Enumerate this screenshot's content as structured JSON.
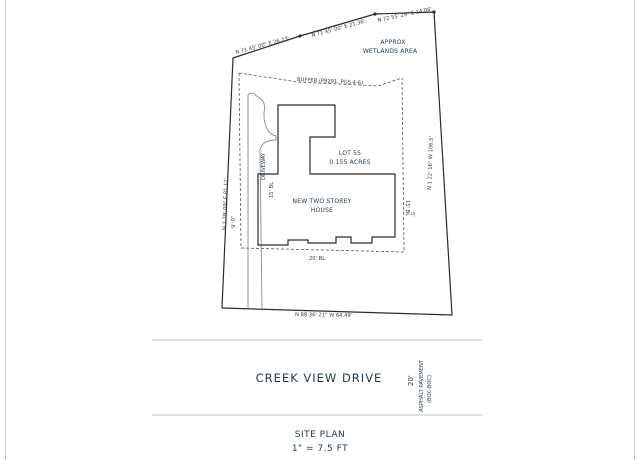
{
  "plan": {
    "labels": {
      "top_left_bearing": "N 71 45' 00\" E 26.23'",
      "top_mid_bearing": "N 71 45' 00\" E 21.36'",
      "top_right_bearing": "N 72 55' 29\" E 14.06'",
      "wetlands_line1": "APPROX",
      "wetlands_line2": "WETLANDS AREA",
      "buffer": "BUFFER (P8291, PGS 4-6)",
      "lot_line1": "LOT 55",
      "lot_line2": "0.155 ACRES",
      "house_line1": "NEW TWO STOREY",
      "house_line2": "HOUSE",
      "west_bearing": "N 1 29' 09\" E 81.12'",
      "east_bearing": "N 1 22' 16\" W 106.5'",
      "south_bearing": "N 88 36' 21\" W 64.49'",
      "driveway": "DRIVEWAY",
      "left_setback": "15' BL",
      "right_setback": "15' BL",
      "rear_setback": "20' BL",
      "driveway_width": "9'-0\"",
      "small_dim": "5'"
    },
    "road": {
      "name": "CREEK VIEW DRIVE",
      "width": "20'",
      "pavement_line1": "ASPHALT PAVEMENT",
      "pavement_line2": "(BOC-BOC)"
    },
    "caption": {
      "title": "SITE PLAN",
      "scale": "1\" = 7.5 FT"
    },
    "colors": {
      "line": "#2b2b2b",
      "dashed": "#555555",
      "text": "#1f3a4d",
      "road_line": "#d6d6d6",
      "page_edge": "#c8c8c8"
    }
  }
}
